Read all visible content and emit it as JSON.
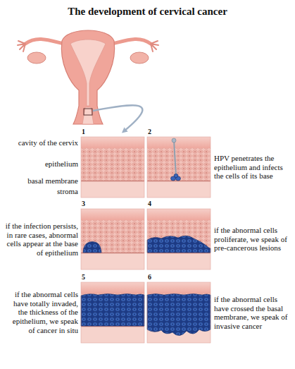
{
  "diagram": {
    "title": "The development of cervical cancer",
    "labels": [
      "1",
      "cavity of the cervix",
      "epithelium",
      "basal membrane",
      "stroma",
      "2",
      "HPV penetrates the epithelium and infects the cells of its base",
      "3",
      "if the infection persists, in rare cases, abnormal cells appear at the base of epithelium",
      "4",
      "if the abnormal cells proliferate, we speak of pre-cancerous lesions",
      "5",
      "if the abnormal cells have totally invaded, the thickness of the epithelium, we speak of cancer in situ",
      "6",
      "if the abnormal cells have crossed the basal membrane, we speak of invasive cancer"
    ]
  }
}
